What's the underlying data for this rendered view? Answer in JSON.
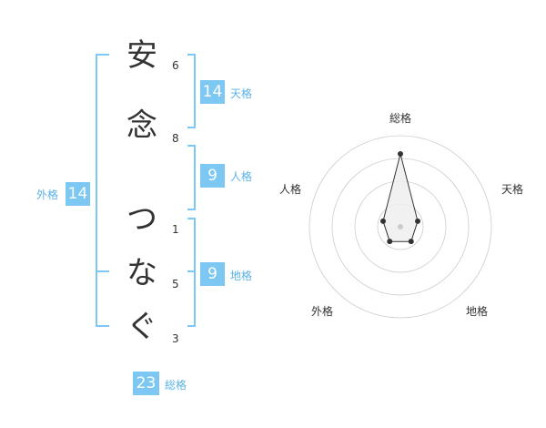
{
  "name": {
    "chars": [
      {
        "char": "安",
        "strokes": "6"
      },
      {
        "char": "念",
        "strokes": "8"
      },
      {
        "char": "つ",
        "strokes": "1"
      },
      {
        "char": "な",
        "strokes": "5"
      },
      {
        "char": "ぐ",
        "strokes": "3"
      }
    ]
  },
  "kakusu": {
    "tenkaku": {
      "value": "14",
      "label": "天格"
    },
    "jinkaku": {
      "value": "9",
      "label": "人格"
    },
    "chikaku": {
      "value": "9",
      "label": "地格"
    },
    "gaikaku": {
      "value": "14",
      "label": "外格"
    },
    "soukaku": {
      "value": "23",
      "label": "総格"
    }
  },
  "chart_data": {
    "type": "radar",
    "axes": [
      "総格",
      "天格",
      "地格",
      "外格",
      "人格"
    ],
    "values": [
      4,
      1,
      1,
      1,
      1
    ],
    "max": 5,
    "rings": 4,
    "fill_color": "#eeeeee",
    "line_color": "#333333",
    "ring_color": "#cccccc"
  },
  "colors": {
    "accent": "#7cc8f2",
    "accent_text": "#5bb2e6",
    "bracket": "#7cc8f2"
  }
}
